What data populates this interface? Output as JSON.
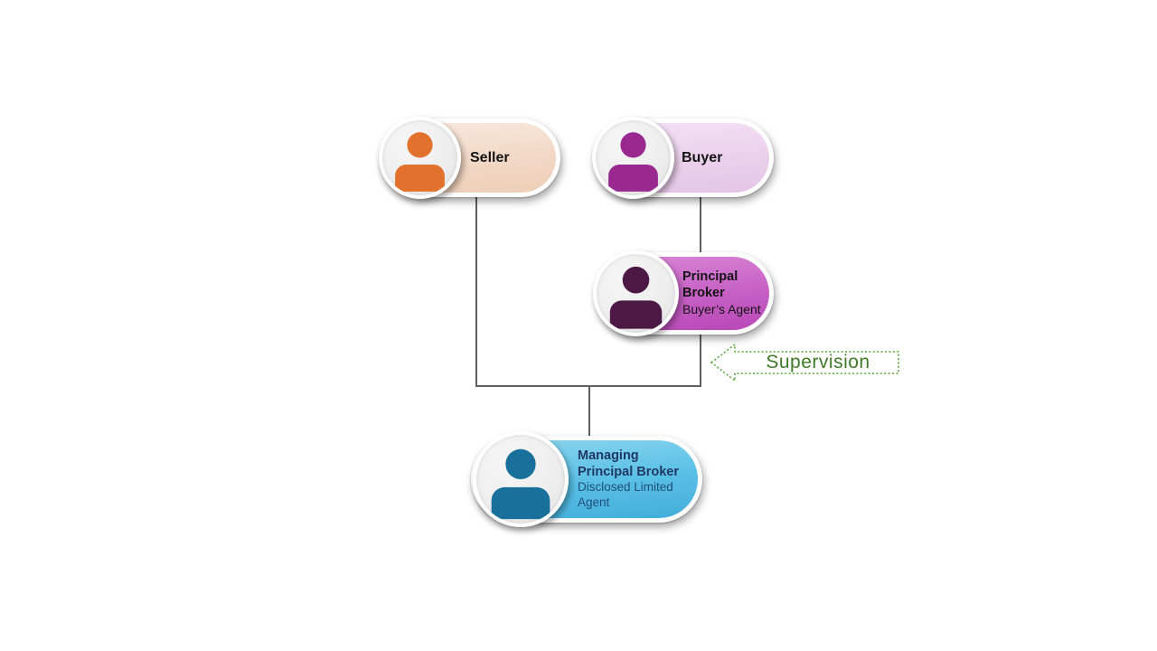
{
  "diagram": {
    "title": "",
    "connector_color": "#5f5f5f",
    "nodes": [
      {
        "id": "seller",
        "label": "Seller",
        "sublabel": "",
        "fill_color": "#f2d8c5",
        "icon": "person-silhouette-icon",
        "icon_color": "#e2712e"
      },
      {
        "id": "buyer",
        "label": "Buyer",
        "sublabel": "",
        "fill_color": "#ebd0ec",
        "icon": "person-silhouette-icon",
        "icon_color": "#99298f"
      },
      {
        "id": "principal-broker",
        "label": "Principal Broker",
        "sublabel": "Buyer’s Agent",
        "fill_color": "#c75fc5",
        "icon": "person-silhouette-icon",
        "icon_color": "#4c1845"
      },
      {
        "id": "managing-principal-broker",
        "label": "Managing Principal Broker",
        "sublabel": "Disclosed Limited Agent",
        "fill_color": "#58bfe5",
        "icon": "person-silhouette-icon",
        "icon_color": "#19719b"
      }
    ],
    "edges": [
      {
        "from": "Seller",
        "to": "Managing Principal Broker"
      },
      {
        "from": "Buyer",
        "to": "Principal Broker"
      },
      {
        "from": "Principal Broker",
        "to": "Managing Principal Broker"
      }
    ],
    "annotation": {
      "label": "Supervision",
      "shape": "left-block-arrow",
      "border_style": "dotted",
      "border_color": "#57a63b",
      "text_color": "#3d7a26"
    }
  }
}
